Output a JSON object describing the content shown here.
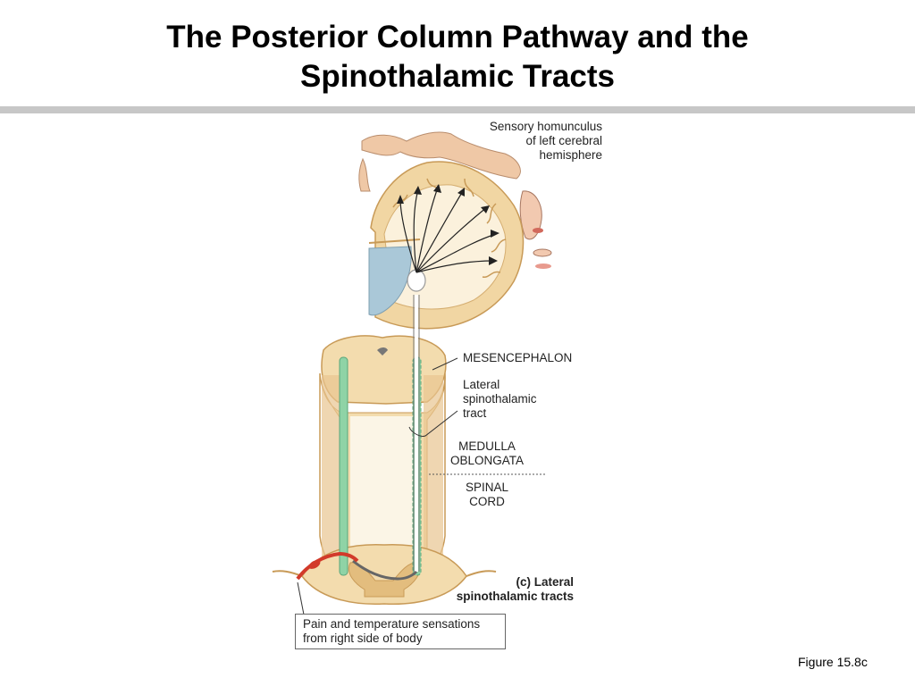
{
  "slide": {
    "title_line1": "The Posterior Column Pathway and the",
    "title_line2": "Spinothalamic Tracts",
    "figure_number": "Figure 15.8c"
  },
  "labels": {
    "homunculus": [
      "Sensory homunculus",
      "of left cerebral",
      "hemisphere"
    ],
    "mesencephalon": "MESENCEPHALON",
    "lateral_tract": [
      "Lateral",
      "spinothalamic",
      "tract"
    ],
    "medulla": [
      "MEDULLA",
      "OBLONGATA"
    ],
    "spinal_cord": [
      "SPINAL",
      "CORD"
    ],
    "caption": [
      "(c) Lateral",
      "spinothalamic tracts"
    ],
    "pain_box": [
      "Pain and temperature sensations",
      "from right side of body"
    ]
  },
  "colors": {
    "tissue": "#f3dcae",
    "tissue_dark": "#d9b06a",
    "white_matter": "#fbf5e6",
    "tract_green": "#8fd3a6",
    "ventricle_blue": "#aac8d8",
    "pain_red": "#d23a2a",
    "rule_gray": "#c7c7c7"
  }
}
